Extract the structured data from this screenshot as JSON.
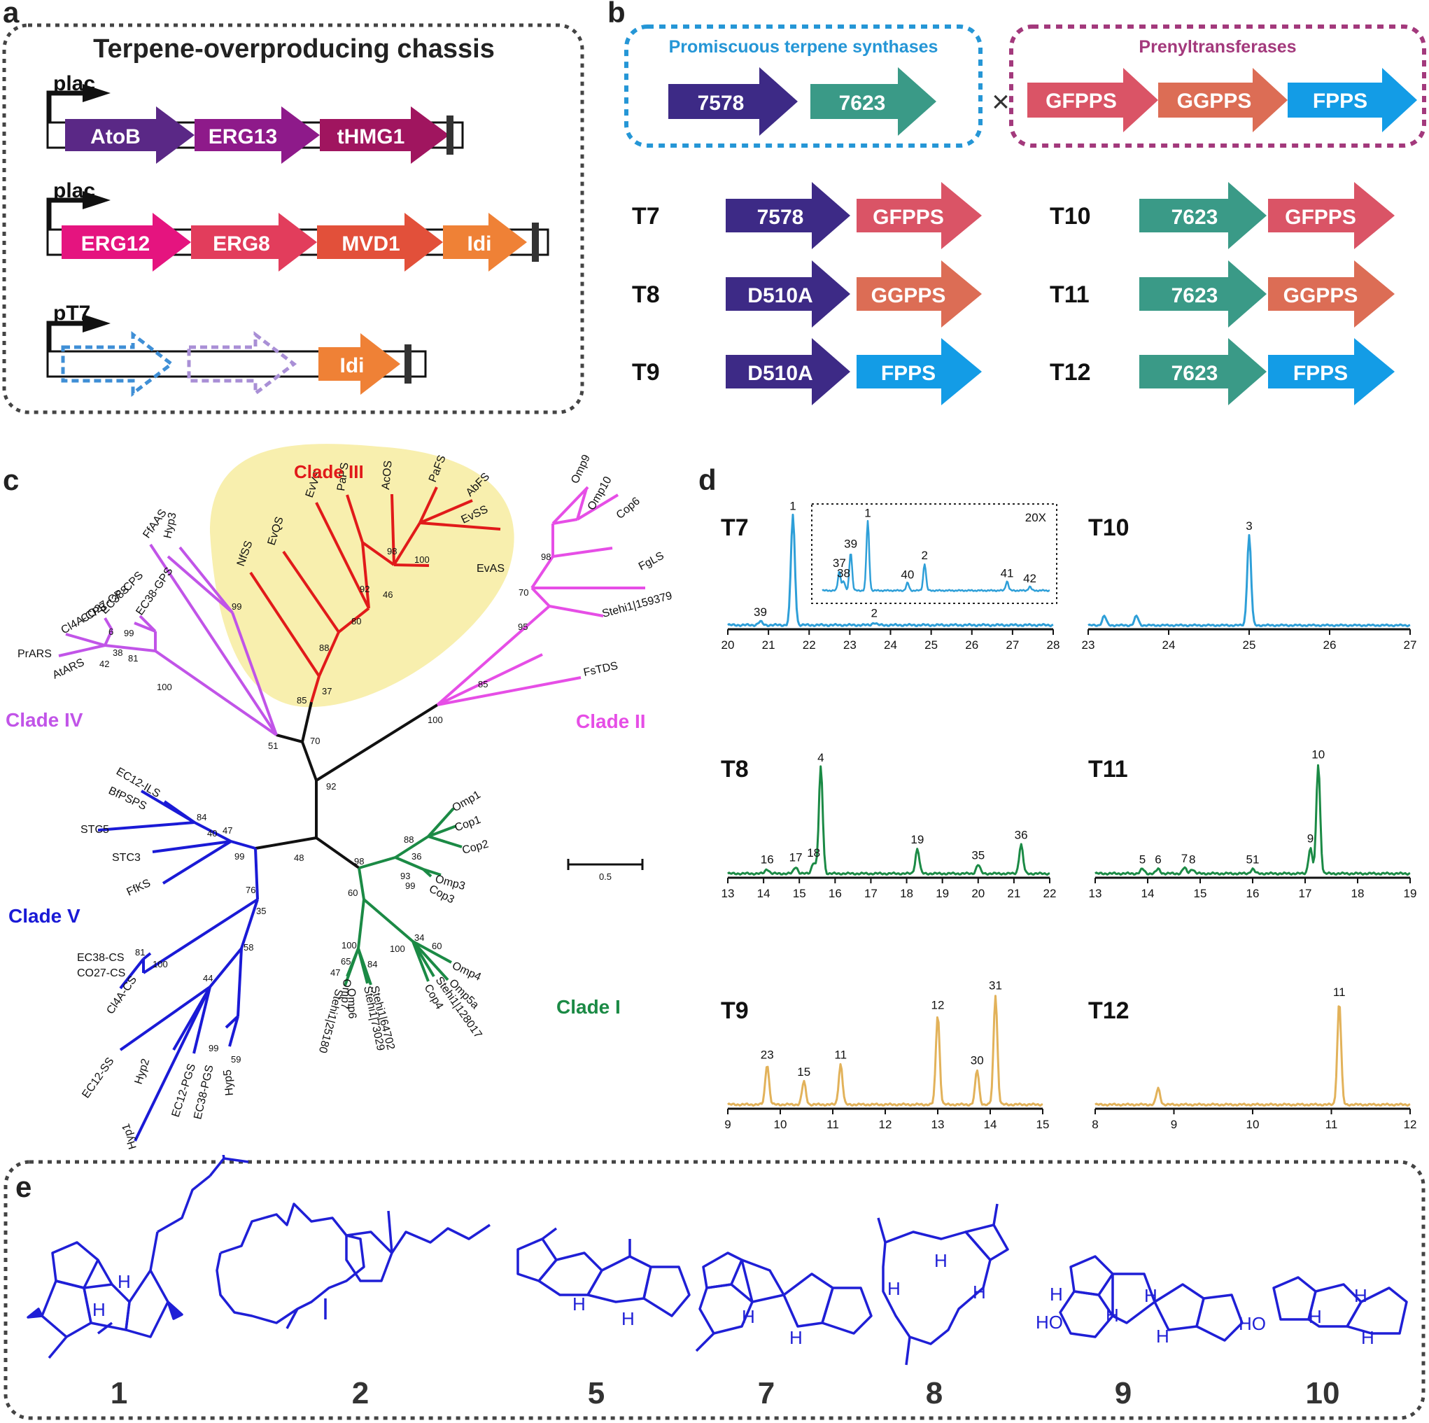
{
  "panel_a": {
    "label": "a",
    "title": "Terpene-overproducing chassis",
    "operons": [
      {
        "promoter": "plac",
        "genes": [
          "AtoB",
          "ERG13",
          "tHMG1"
        ]
      },
      {
        "promoter": "plac",
        "genes": [
          "ERG12",
          "ERG8",
          "MVD1",
          "Idi"
        ]
      },
      {
        "promoter": "pT7",
        "genes": [
          "Idi"
        ]
      }
    ]
  },
  "panel_b": {
    "label": "b",
    "group1_title": "Promiscuous terpene synthases",
    "group1_genes": [
      "7578",
      "7623"
    ],
    "cross_symbol": "×",
    "group2_title": "Prenyltransferases",
    "group2_genes": [
      "GFPPS",
      "GGPPS",
      "FPPS"
    ],
    "constructs": [
      {
        "name": "T7",
        "synthase": "7578",
        "pt": "GFPPS"
      },
      {
        "name": "T8",
        "synthase": "D510A",
        "pt": "GGPPS"
      },
      {
        "name": "T9",
        "synthase": "D510A",
        "pt": "FPPS"
      },
      {
        "name": "T10",
        "synthase": "7623",
        "pt": "GFPPS"
      },
      {
        "name": "T11",
        "synthase": "7623",
        "pt": "GGPPS"
      },
      {
        "name": "T12",
        "synthase": "7623",
        "pt": "FPPS"
      }
    ]
  },
  "panel_c": {
    "label": "c",
    "clades": [
      "Clade I",
      "Clade II",
      "Clade III",
      "Clade IV",
      "Clade V"
    ],
    "scale_bar": "0.5",
    "internal_bootstraps": [
      "92",
      "70",
      "51",
      "85",
      "48",
      "98"
    ],
    "clade_iii_tips": [
      "NfSS",
      "EvQS",
      "EvVS",
      "PaPS",
      "AcOS",
      "PaFS",
      "AbFS",
      "EvSS",
      "EvAS"
    ],
    "clade_iii_bootstraps": [
      "37",
      "88",
      "80",
      "92",
      "46",
      "98",
      "100"
    ],
    "clade_ii_tips": [
      "Omp9",
      "Omp10",
      "Cop6",
      "FgLS",
      "Stehi1|159379",
      "FsTDS"
    ],
    "clade_ii_bootstraps": [
      "98",
      "70",
      "95",
      "85",
      "100"
    ],
    "clade_iv_tips": [
      "Hyp3",
      "FfAAS",
      "EC38-GPS",
      "EC38-CPS",
      "CO27-CPS",
      "Cl4A-CPS",
      "PrARS",
      "AtARS"
    ],
    "clade_iv_bootstraps": [
      "99",
      "99",
      "81",
      "38",
      "42",
      "100",
      "6"
    ],
    "clade_v_tips": [
      "EC12-ILS",
      "BfPSPS",
      "STC5",
      "STC3",
      "FfKS",
      "EC38-CS",
      "CO27-CS",
      "Cl4A-CS",
      "EC12-SS",
      "Hyp2",
      "Hyp1",
      "EC12-PGS",
      "EC38-PGS",
      "Hyp5"
    ],
    "clade_v_bootstraps": [
      "84",
      "40",
      "47",
      "99",
      "76",
      "35",
      "81",
      "100",
      "58",
      "44",
      "99",
      "59"
    ],
    "clade_i_tips": [
      "Omp1",
      "Cop1",
      "Cop2",
      "Omp3",
      "Cop3",
      "Omp4",
      "Omp5a",
      "Stehi1|128017",
      "Cop4",
      "Stehi1|64702",
      "Stehi1|73029",
      "Omp6",
      "Omp7",
      "Stehi1|25180"
    ],
    "clade_i_bootstraps": [
      "88",
      "36",
      "93",
      "99",
      "60",
      "34",
      "60",
      "100",
      "100",
      "84",
      "65",
      "47"
    ]
  },
  "panel_d": {
    "label": "d",
    "inset_zoom": "20X",
    "chart_data": [
      {
        "type": "line",
        "name": "T7",
        "color": "#2e9fd8",
        "xlim": [
          20,
          28
        ],
        "ticks": [
          20,
          21,
          22,
          23,
          24,
          25,
          26,
          27,
          28
        ],
        "peaks": [
          {
            "x": 20.8,
            "h": 0.03,
            "label": "39"
          },
          {
            "x": 21.6,
            "h": 0.95,
            "label": "1"
          },
          {
            "x": 23.6,
            "h": 0.02,
            "label": "2"
          }
        ],
        "inset": {
          "xlim": [
            20,
            28
          ],
          "peaks": [
            {
              "x": 20.6,
              "h": 0.25,
              "label": "37"
            },
            {
              "x": 20.75,
              "h": 0.12,
              "label": "38"
            },
            {
              "x": 21.0,
              "h": 0.5,
              "label": "39"
            },
            {
              "x": 21.6,
              "h": 0.9,
              "label": "1"
            },
            {
              "x": 23.0,
              "h": 0.1,
              "label": "40"
            },
            {
              "x": 23.6,
              "h": 0.35,
              "label": "2"
            },
            {
              "x": 26.5,
              "h": 0.12,
              "label": "41"
            },
            {
              "x": 27.3,
              "h": 0.05,
              "label": "42"
            }
          ]
        }
      },
      {
        "type": "line",
        "name": "T10",
        "color": "#2e9fd8",
        "xlim": [
          23,
          27
        ],
        "ticks": [
          23,
          24,
          25,
          26,
          27
        ],
        "peaks": [
          {
            "x": 23.2,
            "h": 0.1,
            "label": ""
          },
          {
            "x": 23.6,
            "h": 0.1,
            "label": ""
          },
          {
            "x": 25.0,
            "h": 0.95,
            "label": "3"
          }
        ]
      },
      {
        "type": "line",
        "name": "T8",
        "color": "#1b8a45",
        "xlim": [
          13,
          22
        ],
        "ticks": [
          13,
          14,
          15,
          16,
          17,
          18,
          19,
          20,
          21,
          22
        ],
        "peaks": [
          {
            "x": 14.1,
            "h": 0.04,
            "label": "16"
          },
          {
            "x": 14.9,
            "h": 0.06,
            "label": "17"
          },
          {
            "x": 15.4,
            "h": 0.1,
            "label": "18"
          },
          {
            "x": 15.6,
            "h": 0.95,
            "label": "4"
          },
          {
            "x": 18.3,
            "h": 0.22,
            "label": "19"
          },
          {
            "x": 20.0,
            "h": 0.08,
            "label": "35"
          },
          {
            "x": 21.2,
            "h": 0.26,
            "label": "36"
          }
        ]
      },
      {
        "type": "line",
        "name": "T11",
        "color": "#1b8a45",
        "xlim": [
          13,
          19
        ],
        "ticks": [
          13,
          14,
          15,
          16,
          17,
          18,
          19
        ],
        "peaks": [
          {
            "x": 13.9,
            "h": 0.04,
            "label": "5"
          },
          {
            "x": 14.2,
            "h": 0.04,
            "label": "6"
          },
          {
            "x": 14.7,
            "h": 0.05,
            "label": "7"
          },
          {
            "x": 14.85,
            "h": 0.04,
            "label": "8"
          },
          {
            "x": 16.0,
            "h": 0.04,
            "label": "51"
          },
          {
            "x": 17.1,
            "h": 0.22,
            "label": "9"
          },
          {
            "x": 17.25,
            "h": 0.95,
            "label": "10"
          }
        ]
      },
      {
        "type": "line",
        "name": "T9",
        "color": "#e2b25a",
        "xlim": [
          9,
          15
        ],
        "ticks": [
          9,
          10,
          11,
          12,
          13,
          14,
          15
        ],
        "peaks": [
          {
            "x": 9.75,
            "h": 0.35,
            "label": "23"
          },
          {
            "x": 10.45,
            "h": 0.2,
            "label": "15"
          },
          {
            "x": 11.15,
            "h": 0.35,
            "label": "11"
          },
          {
            "x": 13.0,
            "h": 0.78,
            "label": "12"
          },
          {
            "x": 13.75,
            "h": 0.3,
            "label": "30"
          },
          {
            "x": 14.1,
            "h": 0.95,
            "label": "31"
          }
        ]
      },
      {
        "type": "line",
        "name": "T12",
        "color": "#e2b25a",
        "xlim": [
          8,
          12
        ],
        "ticks": [
          8,
          9,
          10,
          11,
          12
        ],
        "peaks": [
          {
            "x": 8.8,
            "h": 0.15,
            "label": ""
          },
          {
            "x": 11.1,
            "h": 0.95,
            "label": "11"
          }
        ]
      }
    ]
  },
  "panel_e": {
    "label": "e",
    "compounds": [
      "1",
      "2",
      "5",
      "7",
      "8",
      "9",
      "10"
    ],
    "hetero_labels": [
      "H",
      "HO"
    ]
  },
  "colors": {
    "blue_dash": "#2596d6",
    "purple_dash": "#a3397c",
    "clade_i": "#1b8a45",
    "clade_ii": "#e64ee6",
    "clade_iii": "#e11a1a",
    "clade_iv": "#c154e8",
    "clade_v": "#1a1ad6",
    "structure": "#1f1fd6"
  }
}
